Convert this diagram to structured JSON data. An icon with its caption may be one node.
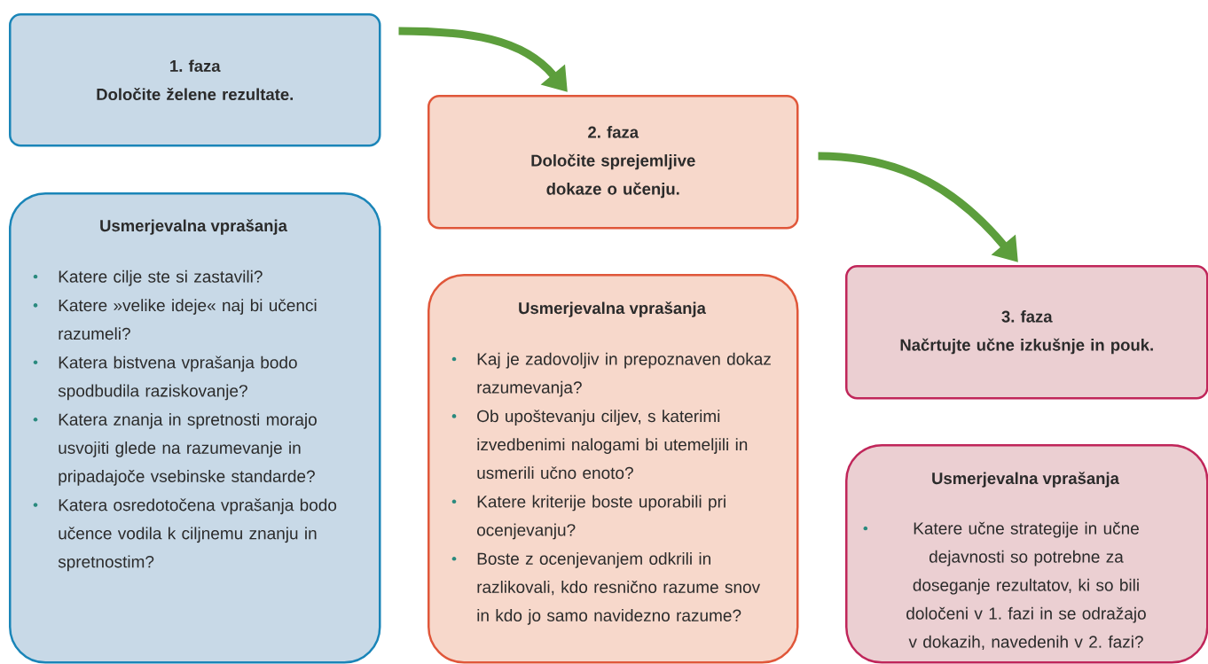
{
  "diagram": {
    "nodes": [
      {
        "text": [
          "1. faza",
          "Določite želene rezultate."
        ]
      },
      {
        "text": [
          "Usmerjevalna vprašanja",
          "Katere cilje ste si zastavili?",
          "Katere »velike ideje« naj bi učenci razumeli?",
          "Katera bistvena vprašanja bodo spodbudila raziskovanje?",
          "Katera znanja in spretnosti morajo usvojiti glede na razumevanje in pripadajoče vsebinske standarde?",
          "Katera osredotočena vprašanja bodo učence vodila k ciljnemu znanju in spretnostim?"
        ]
      },
      {
        "text": [
          "2. faza",
          "Določite sprejemljive dokaze o učenju."
        ]
      },
      {
        "text": [
          "Usmerjevalna vprašanja",
          "Kaj je zadovoljiv in prepoznaven dokaz razumevanja?",
          "Ob upoštevanju ciljev, s katerimi izvedbenimi nalogami bi utemeljili in usmerili učno enoto?",
          "Katere kriterije boste uporabili pri ocenjevanju?",
          "Boste z ocenjevanjem odkrili in razlikovali, kdo resnično razume snov in kdo jo samo navidezno razume?"
        ]
      },
      {
        "text": [
          "3. faza",
          "Načrtujte učne izkušnje in pouk."
        ]
      },
      {
        "text": [
          "Usmerjevalna vprašanja",
          "Katere učne strategije in učne dejavnosti so potrebne za doseganje rezultatov, ki so bili določeni v 1. fazi in se odražajo v dokazih, navedenih v 2. fazi?"
        ]
      }
    ],
    "edges": [
      {
        "from": 0,
        "to": 2,
        "arrow": "to"
      },
      {
        "from": 2,
        "to": 4,
        "arrow": "to"
      }
    ]
  }
}
